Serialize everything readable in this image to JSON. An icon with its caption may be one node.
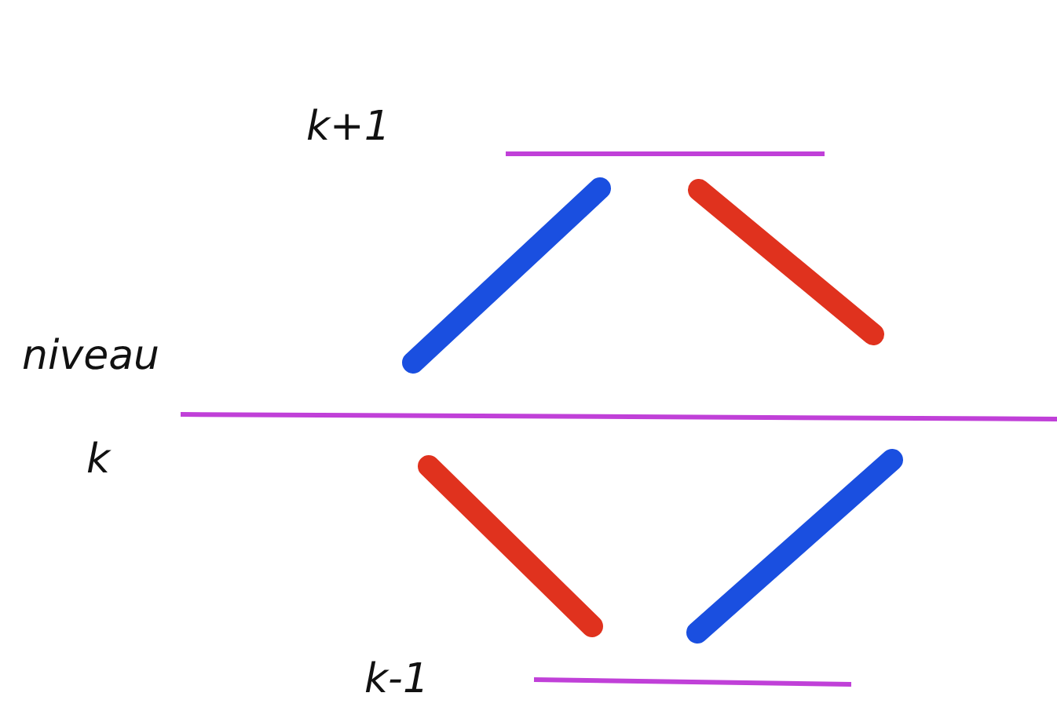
{
  "diagram": {
    "labels": [
      "k+1",
      "niveau",
      "k",
      "k-1"
    ]
  }
}
